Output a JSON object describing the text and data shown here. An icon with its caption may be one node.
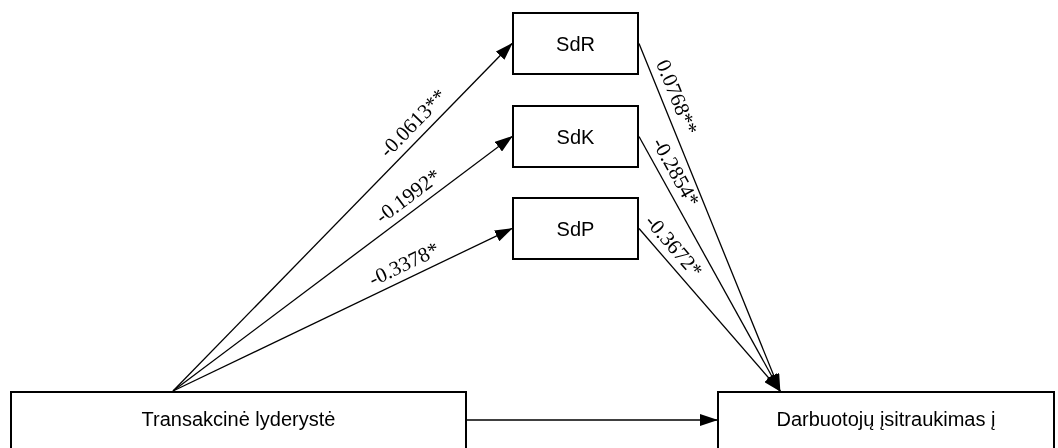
{
  "diagram": {
    "nodes": [
      {
        "text": [
          "Transakcinė lyderystė"
        ]
      },
      {
        "text": [
          "SdR"
        ]
      },
      {
        "text": [
          "SdK"
        ]
      },
      {
        "text": [
          "SdP"
        ]
      },
      {
        "text": [
          "Darbuotojų įsitraukimas į"
        ]
      }
    ],
    "edges": [
      {
        "from": 0,
        "to": 1,
        "arrow": "to",
        "label": "-0.0613**"
      },
      {
        "from": 0,
        "to": 2,
        "arrow": "to",
        "label": "-0.1992*"
      },
      {
        "from": 0,
        "to": 3,
        "arrow": "to",
        "label": "-0.3378*"
      },
      {
        "from": 1,
        "to": 4,
        "arrow": "to",
        "label": "0.0768**"
      },
      {
        "from": 2,
        "to": 4,
        "arrow": "to",
        "label": "-0.2854*"
      },
      {
        "from": 3,
        "to": 4,
        "arrow": "to",
        "label": "-0.3672*"
      },
      {
        "from": 0,
        "to": 4,
        "arrow": "to"
      }
    ]
  }
}
